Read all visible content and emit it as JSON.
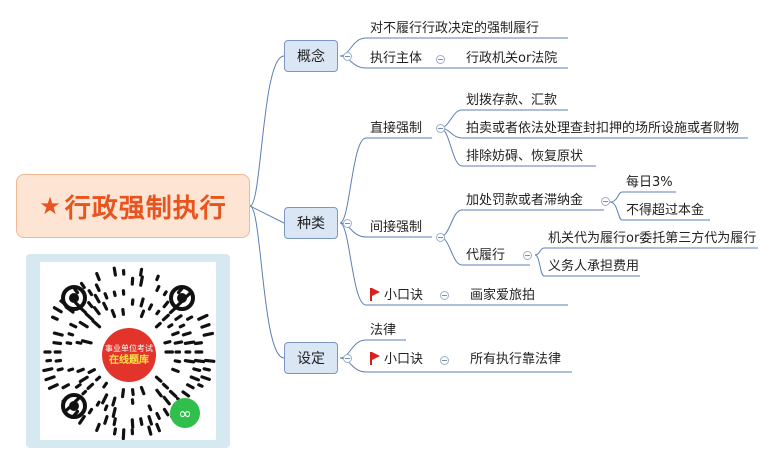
{
  "root": {
    "title": "行政强制执行",
    "icon": "star-icon"
  },
  "concept": {
    "label": "概念",
    "definition": "对不履行行政决定的强制履行",
    "subject_label": "执行主体",
    "subject_value": "行政机关or法院"
  },
  "types": {
    "label": "种类",
    "direct": {
      "label": "直接强制",
      "items": [
        "划拨存款、汇款",
        "拍卖或者依法处理查封扣押的场所设施或者财物",
        "排除妨碍、恢复原状"
      ]
    },
    "indirect": {
      "label": "间接强制",
      "penalty": {
        "label": "加处罚款或者滞纳金",
        "items": [
          "每日3%",
          "不得超过本金"
        ]
      },
      "substitute": {
        "label": "代履行",
        "items": [
          "机关代为履行or委托第三方代为履行",
          "义务人承担费用"
        ]
      }
    },
    "mnemonic": {
      "label": "小口诀",
      "value": "画家爱旅拍"
    }
  },
  "setting": {
    "label": "设定",
    "law": "法律",
    "mnemonic": {
      "label": "小口诀",
      "value": "所有执行靠法律"
    }
  },
  "qr": {
    "line1": "事业单位考试",
    "line2": "在线题库"
  },
  "colors": {
    "root_text": "#e8531e",
    "root_bg": "#fde4d3",
    "cat_bg": "#dbe6f4",
    "line": "#5b7fb5",
    "flag": "#e02020"
  }
}
